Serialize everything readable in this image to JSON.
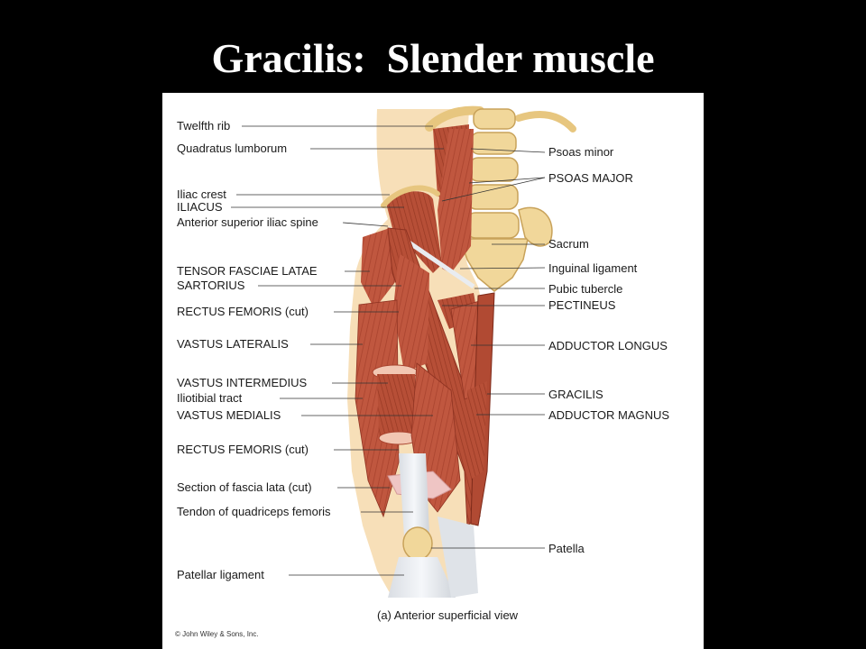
{
  "slide": {
    "title": "Gracilis:  Slender muscle"
  },
  "figure": {
    "left_labels": [
      "Twelfth rib",
      "Quadratus lumborum",
      "Iliac crest",
      "ILIACUS",
      "Anterior superior iliac spine",
      "TENSOR FASCIAE LATAE",
      "SARTORIUS",
      "RECTUS FEMORIS (cut)",
      "VASTUS LATERALIS",
      "VASTUS INTERMEDIUS",
      "Iliotibial tract",
      "VASTUS MEDIALIS",
      "RECTUS FEMORIS (cut)",
      "Section of fascia lata (cut)",
      "Tendon of quadriceps femoris",
      "Patellar ligament"
    ],
    "right_labels": [
      "Psoas minor",
      "PSOAS MAJOR",
      "Sacrum",
      "Inguinal ligament",
      "Pubic tubercle",
      "PECTINEUS",
      "ADDUCTOR LONGUS",
      "GRACILIS",
      "ADDUCTOR MAGNUS",
      "Patella"
    ],
    "caption": "(a) Anterior superficial view",
    "copyright": "© John Wiley & Sons, Inc."
  },
  "colors": {
    "muscle": "#c0573f",
    "muscle_dark": "#8f3322",
    "bone": "#f1d79a",
    "skin": "#f7dfb8",
    "tendon": "#e9ecf0"
  }
}
